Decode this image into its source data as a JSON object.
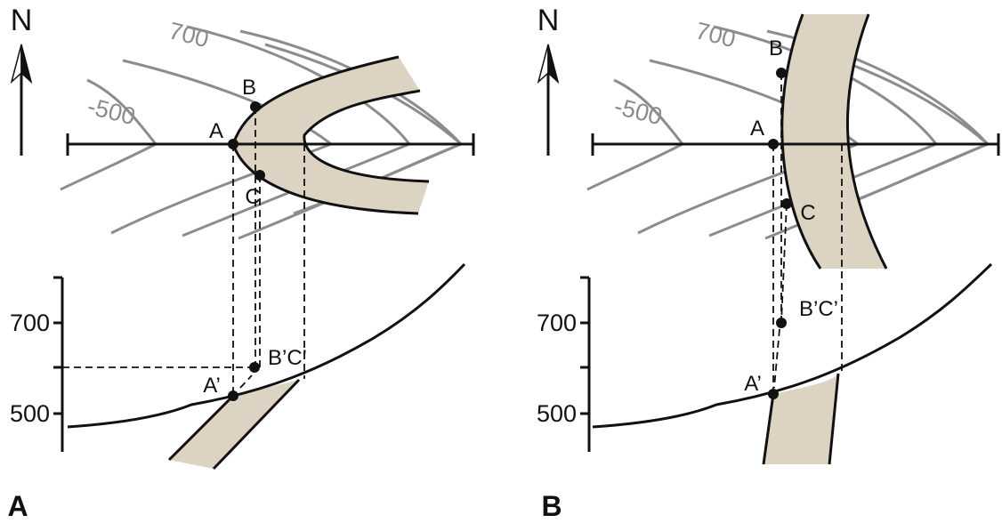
{
  "colors": {
    "layer_fill": "#ddd3c3",
    "contour": "#8c8c8c",
    "ink": "#111111",
    "background": "#ffffff"
  },
  "compass_label": "N",
  "panels": [
    {
      "panel_label": "A",
      "map": {
        "contour_labels": [
          "700",
          "-500"
        ],
        "points": [
          "A",
          "B",
          "C"
        ]
      },
      "section": {
        "y_ticks": [
          "700",
          "500"
        ],
        "projected_points": [
          "A’",
          "B’C’"
        ]
      }
    },
    {
      "panel_label": "B",
      "map": {
        "contour_labels": [
          "700",
          "-500"
        ],
        "points": [
          "A",
          "B",
          "C"
        ]
      },
      "section": {
        "y_ticks": [
          "700",
          "500"
        ],
        "projected_points": [
          "A’",
          "B’C’"
        ]
      }
    }
  ]
}
